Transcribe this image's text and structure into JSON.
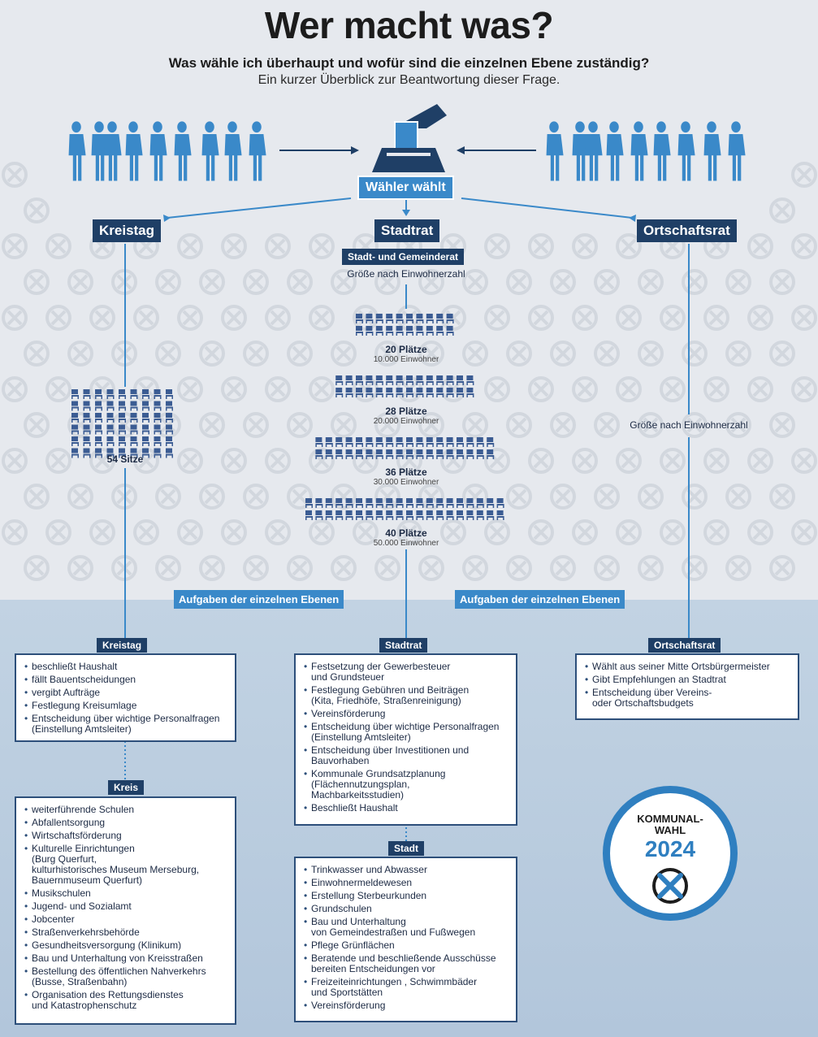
{
  "header": {
    "title": "Wer macht was?",
    "subtitle": "Was wähle ich überhaupt und wofür sind die einzelnen Ebene zuständig?",
    "subtitle2": "Ein kurzer Überblick zur Beantwortung dieser Frage."
  },
  "voter": {
    "label": "Wähler wählt"
  },
  "levels": {
    "kreistag": "Kreistag",
    "stadtrat": "Stadtrat",
    "ortschaftsrat": "Ortschaftsrat"
  },
  "stadtrat_sub": {
    "label": "Stadt- und Gemeinderat",
    "note": "Größe nach Einwohnerzahl"
  },
  "kreistag_seats": {
    "count": 54,
    "label": "54 Sitze"
  },
  "stadtrat_tiers": [
    {
      "seats": 20,
      "places": "20 Plätze",
      "population": "10.000 Einwohner"
    },
    {
      "seats": 28,
      "places": "28 Plätze",
      "population": "20.000 Einwohner"
    },
    {
      "seats": 36,
      "places": "36 Plätze",
      "population": "30.000 Einwohner"
    },
    {
      "seats": 40,
      "places": "40 Plätze",
      "population": "50.000 Einwohner"
    }
  ],
  "ortschaft_note": "Größe nach Einwohnerzahl",
  "tasks_banner": "Aufgaben der einzelnen Ebenen",
  "boxes": {
    "kreistag": {
      "label": "Kreistag",
      "items": [
        "beschließt Haushalt",
        "fällt Bauentscheidungen",
        "vergibt Aufträge",
        "Festlegung Kreisumlage",
        "Entscheidung über wichtige Personalfragen\n(Einstellung Amtsleiter)"
      ]
    },
    "kreis": {
      "label": "Kreis",
      "items": [
        "weiterführende Schulen",
        "Abfallentsorgung",
        "Wirtschaftsförderung",
        "Kulturelle Einrichtungen\n(Burg Querfurt,\nkulturhistorisches Museum Merseburg,\nBauernmuseum Querfurt)",
        "Musikschulen",
        "Jugend- und Sozialamt",
        "Jobcenter",
        "Straßenverkehrsbehörde",
        "Gesundheitsversorgung (Klinikum)",
        "Bau und Unterhaltung von Kreisstraßen",
        "Bestellung des öffentlichen Nahverkehrs\n(Busse, Straßenbahn)",
        "Organisation des Rettungsdienstes\nund Katastrophenschutz"
      ]
    },
    "stadtrat": {
      "label": "Stadtrat",
      "items": [
        "Festsetzung der Gewerbesteuer\nund Grundsteuer",
        "Festlegung Gebühren und Beiträgen\n(Kita, Friedhöfe, Straßenreinigung)",
        "Vereinsförderung",
        "Entscheidung über wichtige Personalfragen\n(Einstellung Amtsleiter)",
        "Entscheidung über Investitionen und\nBauvorhaben",
        "Kommunale Grundsatzplanung\n(Flächennutzungsplan,\nMachbarkeitsstudien)",
        "Beschließt Haushalt"
      ]
    },
    "stadt": {
      "label": "Stadt",
      "items": [
        "Trinkwasser und Abwasser",
        "Einwohnermeldewesen",
        "Erstellung Sterbeurkunden",
        "Grundschulen",
        "Bau und Unterhaltung\nvon Gemeindestraßen und Fußwegen",
        "Pflege Grünflächen",
        "Beratende und beschließende Ausschüsse\nbereiten Entscheidungen vor",
        "Freizeiteinrichtungen , Schwimmbäder\nund Sportstätten",
        "Vereinsförderung"
      ]
    },
    "ortschaftsrat": {
      "label": "Ortschaftsrat",
      "items": [
        "Wählt aus seiner Mitte Ortsbürgermeister",
        "Gibt Empfehlungen an Stadtrat",
        "Entscheidung über Vereins-\noder Ortschaftsbudgets"
      ]
    }
  },
  "seal": {
    "line1": "KOMMUNAL-",
    "line2": "WAHL",
    "year": "2024"
  },
  "colors": {
    "navy": "#1f3f66",
    "accent": "#3a89c9",
    "seat": "#3b5c93",
    "line": "#3a89c9"
  }
}
